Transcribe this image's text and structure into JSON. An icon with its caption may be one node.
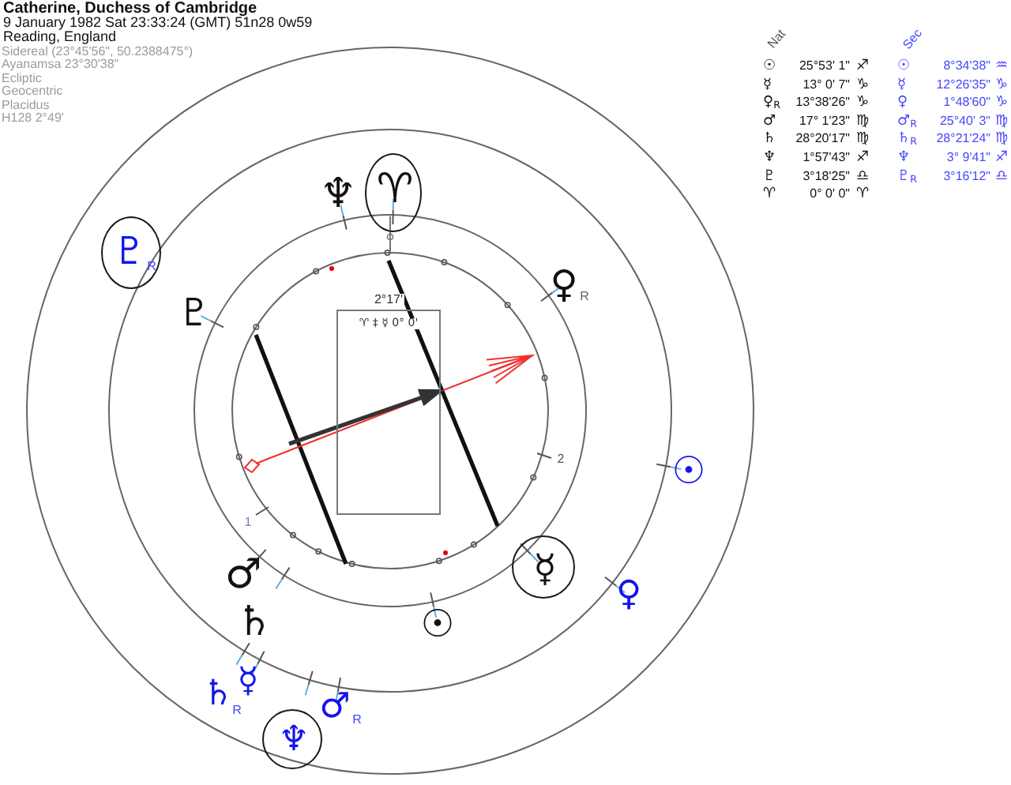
{
  "diagram": {
    "title": "Catherine, Duchess of Cambridge",
    "nodes": [
      {
        "text": [
          "♈"
        ]
      },
      {
        "text": [
          "♇",
          "R"
        ]
      },
      {
        "text": [
          "2°17'",
          "♈ ‡ ☿ 0° 0'"
        ]
      },
      {
        "text": [
          "☿"
        ]
      },
      {
        "text": [
          "♆"
        ]
      }
    ],
    "labels": [
      "9 January 1982 Sat 23:33:24 (GMT) 51n28 0w59",
      "Reading, England",
      "Sidereal (23°45'56\", 50.2388475°)",
      "Ayanamsa 23°30'38\"",
      "Ecliptic",
      "Geocentric",
      "Placidus",
      "H128 2°49'",
      "Nat",
      "Sec",
      "☉",
      "25°53' 1\"",
      "♐",
      "☉",
      "8°34'38\"",
      "♒",
      "☿",
      "13° 0' 7\"",
      "♑",
      "☿",
      "12°26'35\"",
      "♑",
      "♀$_{R}$",
      "13°38'26\"",
      "♑",
      "♀",
      "1°48'60\"",
      "♑",
      "♂",
      "17° 1'23\"",
      "♍",
      "♂$_{R}$",
      "25°40' 3\"",
      "♍",
      "♄",
      "28°20'17\"",
      "♍",
      "♄$_{R}$",
      "28°21'24\"",
      "♍",
      "♆",
      "1°57'43\"",
      "♐",
      "♆",
      "3° 9'41\"",
      "♐",
      "♇",
      "3°18'25\"",
      "♎",
      "♇$_{R}$",
      "3°16'12\"",
      "♎",
      "♈",
      "0° 0' 0\"",
      "♈",
      "♆",
      "♇",
      "♀",
      "R",
      "2",
      "☉",
      "1",
      "♂",
      "♀",
      "♄",
      "☉",
      "♄",
      "R",
      "☿",
      "♂",
      "R"
    ]
  }
}
